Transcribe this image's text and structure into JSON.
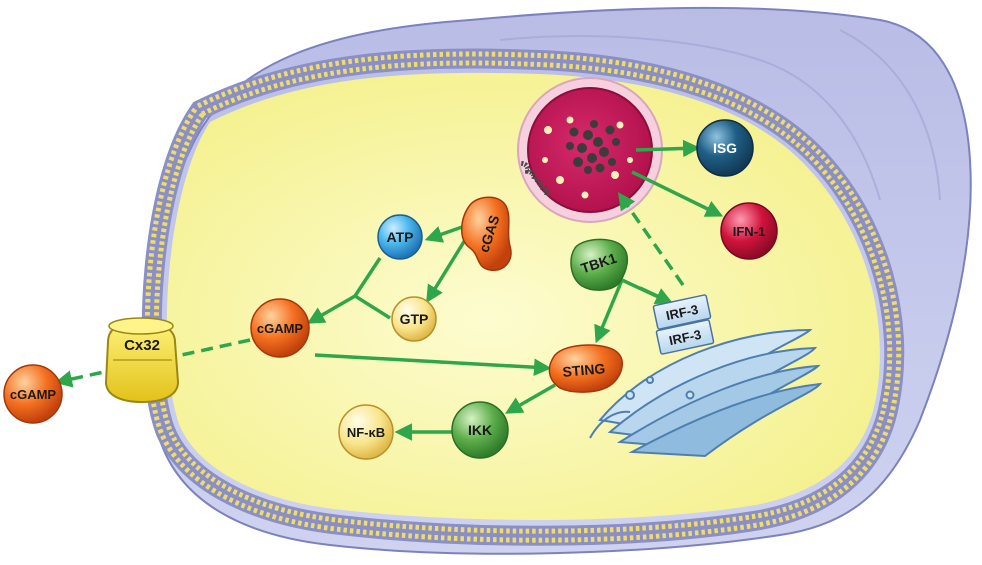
{
  "nodes": {
    "atp": "ATP",
    "gtp": "GTP",
    "cgas": "cGAS",
    "cgamp_inside": "cGAMP",
    "cgamp_outside": "cGAMP",
    "cx32": "Cx32",
    "sting": "STING",
    "tbk1": "TBK1",
    "irf3_top": "IRF-3",
    "irf3_bottom": "IRF-3",
    "ikk": "IKK",
    "nfkb": "NF-κB",
    "isg": "ISG",
    "ifn1": "IFN-1"
  },
  "colors": {
    "arrow": "#2fa64a",
    "cytoplasm": "#f8f6a8",
    "membrane": "#8a8fc6",
    "nucleus": "#d0145c"
  }
}
